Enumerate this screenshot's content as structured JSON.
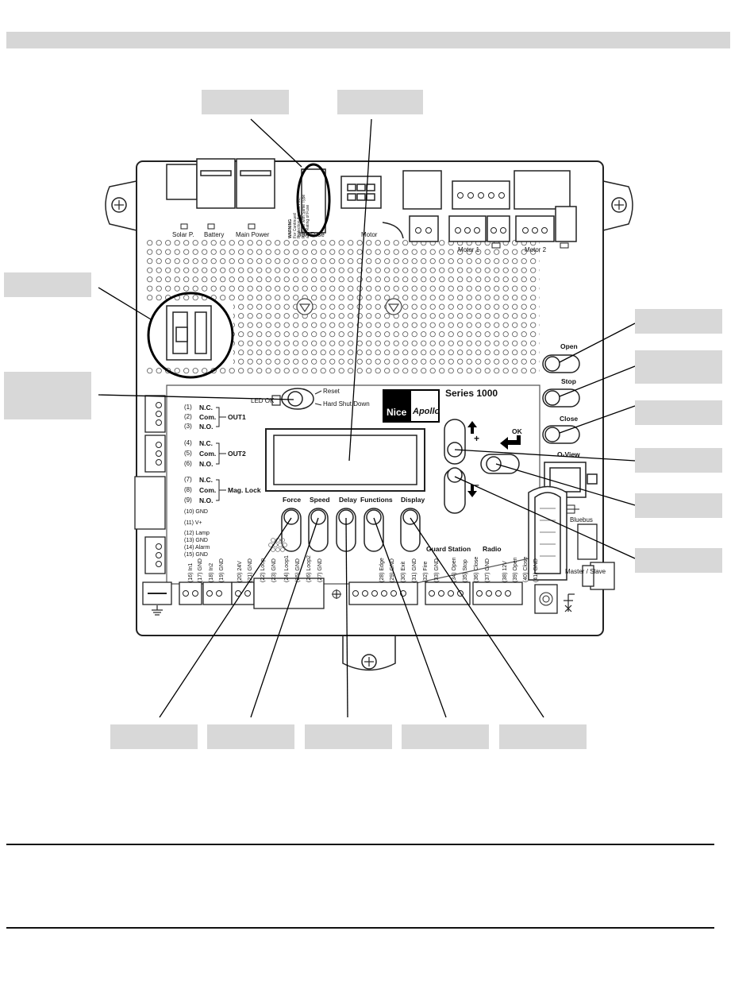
{
  "board": {
    "connectors": {
      "solar": "Solar P.",
      "battery": "Battery",
      "main_power": "Main Power",
      "fuse": "30A Fuse",
      "motor": "Motor",
      "motor1": "Motor 1",
      "motor2": "Motor 2"
    },
    "warning": {
      "title": "WARNING",
      "line1": "For Continued",
      "line2": "Protection Against Fire,",
      "line3": "Replace with Same Type",
      "line4": "and Rating of Fuse"
    },
    "led_ok": "LED OK",
    "reset": "Reset",
    "hard_shutdown": "Hard Shut Down",
    "brand_nice": "Nice",
    "brand_apollo": "Apollo",
    "series": "Series 1000",
    "outputs": {
      "out1": {
        "name": "OUT1",
        "rows": [
          {
            "num": "(1)",
            "lbl": "N.C."
          },
          {
            "num": "(2)",
            "lbl": "Com."
          },
          {
            "num": "(3)",
            "lbl": "N.O."
          }
        ]
      },
      "out2": {
        "name": "OUT2",
        "rows": [
          {
            "num": "(4)",
            "lbl": "N.C."
          },
          {
            "num": "(5)",
            "lbl": "Com."
          },
          {
            "num": "(6)",
            "lbl": "N.O."
          }
        ]
      },
      "mag": {
        "name": "Mag. Lock",
        "rows": [
          {
            "num": "(7)",
            "lbl": "N.C."
          },
          {
            "num": "(8)",
            "lbl": "Com."
          },
          {
            "num": "(9)",
            "lbl": "N.O."
          }
        ]
      }
    },
    "power_terms": [
      "(10) GND",
      "(11) V+"
    ],
    "lamp_terms": [
      "(12) Lamp",
      "(13) GND",
      "(14) Alarm",
      "(15) GND"
    ],
    "bottom_buttons": [
      "Force",
      "Speed",
      "Delay",
      "Functions",
      "Display"
    ],
    "right_buttons": [
      "Open",
      "Stop",
      "Close",
      "O-View"
    ],
    "bluebus": "Bluebus",
    "master_slave": "Master / Slave",
    "guard_station": "Guard Station",
    "radio": "Radio",
    "ok": "OK",
    "plus": "+",
    "minus": "–",
    "terminals": [
      "(16) In1",
      "(17) GND",
      "(18) In2",
      "(19) GND",
      "(20) 24V",
      "(21) GND",
      "(22) Loop",
      "(23) GND",
      "(24) Loop1",
      "(25) GND",
      "(26) Loop2",
      "(27) GND",
      "(28) Edge",
      "(29) GND",
      "(30) Exit",
      "(31) GND",
      "(32) Fire",
      "(33) GND",
      "(34) Open",
      "(35) Stop",
      "(36) Close",
      "(37) GND",
      "(38) 12V",
      "(39) Open",
      "(40) Close",
      "(41) GND"
    ]
  }
}
